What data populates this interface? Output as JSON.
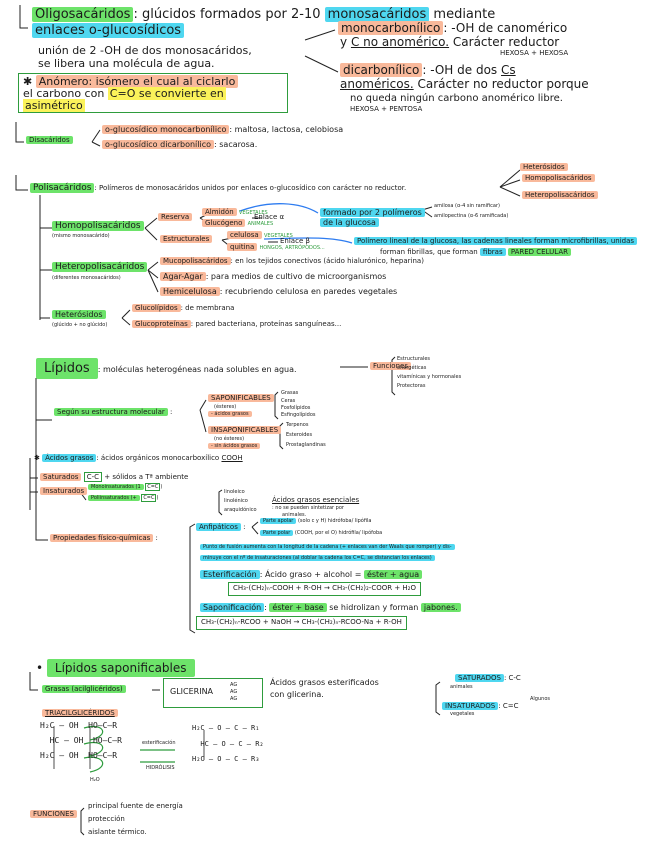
{
  "oligo": {
    "title": "Oligosacáridos",
    "def1": ": glúcidos formados por 2-10",
    "mono": "monosacáridos",
    "def2": "mediante",
    "enlaces": "enlaces o-glucosídicos",
    "union1": "unión de 2 -OH de dos monosacáridos,",
    "union2": "se libera una molécula de agua.",
    "anomero1": "Anómero: isómero el cual al ciclarlo",
    "anomero2": "el carbono con",
    "anomero_ceo": "C=O se convierte en",
    "anomero3": "asimétrico",
    "monocarb": "monocarbonílico",
    "monocarb_def1": ": -OH de canomérico",
    "monocarb_def2": "y",
    "monocarb_c": "C no anomérico.",
    "monocarb_def3": "Carácter reductor",
    "monocarb_hex": "HEXOSA + HEXOSA",
    "dicarb": "dicarbonílico",
    "dicarb_def1": ": -OH de dos",
    "dicarb_cs": "Cs",
    "dicarb_anom": "anoméricos.",
    "dicarb_def2": "Carácter no reductor porque",
    "dicarb_def3": "no queda ningún carbono anomérico libre.",
    "dicarb_hex": "HEXOSA + PENTOSA"
  },
  "disac": {
    "label": "Disacáridos",
    "mono_line": "o-glucosídico monocarbonílico",
    "mono_ex": ": maltosa, lactosa, celobiosa",
    "di_line": "o-glucosídico dicarbonílico",
    "di_ex": ": sacarosa."
  },
  "polisac": {
    "label": "Polisacáridos",
    "def": ": Polímeros de monosacáridos unidos por enlaces o-glucosídico con carácter no reductor.",
    "right1": "Heterósidos",
    "right2": "Homopolisacáridos",
    "right3": "Heteropolisacáridos",
    "homo": "Homopolisacáridos",
    "homo_sub": "(mismo monosacárido)",
    "reserva": "Reserva",
    "almidon": "Almidón",
    "almidon_tag": "VEGETALES",
    "glucogeno": "Glucógeno",
    "glucogeno_tag": "ANIMALES",
    "enlace_a": "Enlace α",
    "formado": "formado por 2 polímeros",
    "formado2": "de la glucosa",
    "amilosa": "amilosa (α-4 sin ramificar)",
    "amilopectina": "amilopectina (α-6 ramificada)",
    "estructurales": "Estructurales",
    "celulosa": "celulosa",
    "celulosa_tag": "VEGETALES",
    "quitina": "quitina",
    "quitina_tag": "HONGOS, ARTRÓPODOS...",
    "enlace_b": "Enlace β",
    "polimero1": "Polímero lineal de la glucosa, las cadenas lineales forman microfibrillas, unidas",
    "polimero2": "forman fibrillas, que forman",
    "fibras": "fibras",
    "pared": "PARED CELULAR",
    "hetero": "Heteropolisacáridos",
    "hetero_sub": "(diferentes monosacáridos)",
    "hialu": "Mucopolisacáridos",
    "hialu_def": ": en los tejidos conectivos (ácido hialurónico, heparina)",
    "agar": "Agar-Agar",
    "agar_def": ": para medios de cultivo de microorganismos",
    "hemi": "Hemicelulosa",
    "hemi_def": ": recubriendo celulosa en paredes vegetales",
    "heteros": "Heterósidos",
    "heteros_sub": "(glúcido + no glúcido)",
    "gluco1": "Glucolípidos",
    "gluco1_def": ": de membrana",
    "gluco2": "Glucoproteínas",
    "gluco2_def": ": pared bacteriana, proteínas sanguíneas..."
  },
  "lipidos": {
    "title": "Lípidos",
    "def": ": moléculas heterogéneas nada solubles en agua.",
    "funciones": "Funciones",
    "f1": "Estructurales",
    "f2": "energéticas",
    "f3": "vitamínicas y hormonales",
    "f4": "Protectoras",
    "segun": "Según su estructura molecular",
    "sapon": "SAPONIFICABLES",
    "sapon_sub1": "(ésteres)",
    "sapon_sub2": "- ácidos grasos",
    "sap_items": [
      "Grasas",
      "Ceras",
      "Fosfolípidos",
      "Esfingolípidos"
    ],
    "insapon": "INSAPONIFICABLES",
    "insapon_sub1": "(no ésteres)",
    "insapon_sub2": "- sin ácidos grasos",
    "insap_items": [
      "Terpenos",
      "Esteroides",
      "Prostaglandinas"
    ],
    "acidos": "Ácidos grasos",
    "acidos_def": ": ácidos orgánicos monocarboxílico",
    "acidos_cooh": "COOH",
    "saturados": "Saturados",
    "sat_cc": "C-C",
    "sat_def": "+ sólidos a Tª ambiente",
    "insaturados": "Insaturados",
    "monoins": "Monoinsaturados (1",
    "monoins_c": "C=C",
    "poliins": "Poliinsaturados (+",
    "poliins_c": "C=C",
    "linol1": "linoleico",
    "linol2": "linolénico",
    "linol3": "araquidónico",
    "esenciales": "Ácidos grasos esenciales",
    "esenciales_def1": ": no se pueden sintetizar por",
    "esenciales_def2": "animales.",
    "propiedades": "Propiedades físico-químicas",
    "anfipaticos": "Anfipáticos",
    "apolar": "Parte apolar",
    "apolar_def": "(solo c y H) hidrófoba/ lipófila",
    "polar": "Parte polar",
    "polar_def": "(COOH, por el O) hidrófila/ lipófoba",
    "fusion1": "Punto de fusión aumenta con la longitud de la cadena (+ enlaces van der Waals que romper) y dis-",
    "fusion2": "minuye con el nº de insaturaciones (al doblar la cadena los C=C, se distancian los enlaces)",
    "ester": "Esterificación",
    "ester_def1": ": Ácido graso + alcohol =",
    "ester_def2": "éster + agua",
    "ester_eq": "CH₃-(CH₂)ₙ-COOH + R-OH → CH₃-(CH₂)₂-COOR + H₂O",
    "sapo": "Saponificación",
    "sapo_def1": ":",
    "sapo_def2": "éster + base",
    "sapo_def3": "se hidrolizan y forman",
    "sapo_def4": "jabones.",
    "sapo_eq": "CH₃-(CH₂)ₙ-RCOO + NaOH → CH₃-(CH₂)ₙ-RCOO-Na + R-OH"
  },
  "lipsap": {
    "title": "Lípidos saponificables",
    "grasas": "Grasas (acilglicéridos)",
    "glicerina": "GLICERINA",
    "ag": [
      "AG",
      "AG",
      "AG"
    ],
    "desc1": "Ácidos grasos esterificados",
    "desc2": "con glicerina.",
    "saturados": "SATURADOS",
    "sat_cc": ": C-C",
    "sat_sub": "animales",
    "insat": "INSATURADOS",
    "insat_cc": ": C=C",
    "insat_sub1": "Algunos",
    "insat_sub2": "vegetales",
    "triacil": "TRIACILGLICÉRIDOS",
    "esterif": "esterificación",
    "hidrolisis": "HIDRÓLISIS",
    "h2o": "H₂O",
    "funciones": "FUNCIONES",
    "fun1": "principal fuente de energía",
    "fun2": "protección",
    "fun3": "aislante térmico."
  }
}
